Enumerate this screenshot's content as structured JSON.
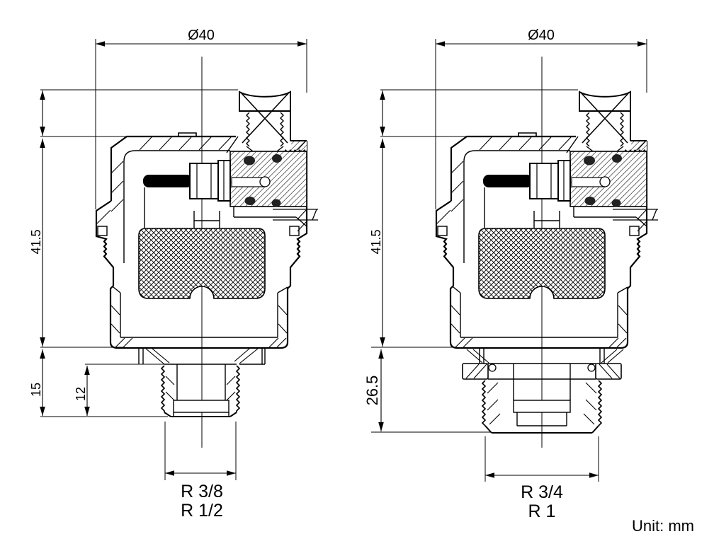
{
  "drawing": {
    "unit_label": "Unit: mm",
    "left_view": {
      "diameter_label": "Ø40",
      "height_label": "41.5",
      "base_height_label": "15",
      "thread_length_label": "12",
      "thread_size_labels": [
        "R 3/8",
        "R 1/2"
      ]
    },
    "right_view": {
      "diameter_label": "Ø40",
      "height_label": "41.5",
      "base_height_label": "26.5",
      "thread_size_labels": [
        "R 3/4",
        "R 1"
      ]
    }
  }
}
